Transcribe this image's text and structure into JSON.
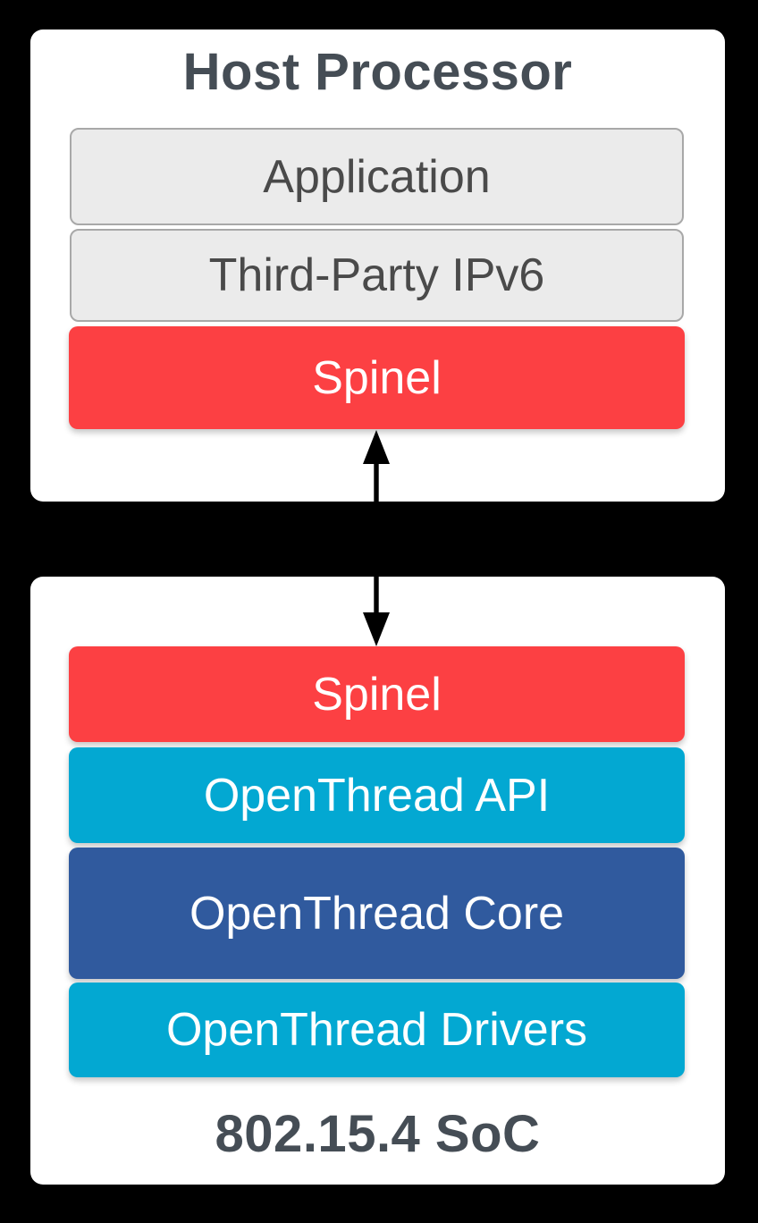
{
  "diagram": {
    "background_color": "#000000",
    "panel_color": "#ffffff",
    "title_color": "#454d55",
    "gray_label_color": "#4a4a4a",
    "white_label_color": "#ffffff",
    "arrow": {
      "name": "bidirectional-arrow",
      "color": "#000000"
    },
    "host": {
      "title": "Host Processor",
      "layers": [
        {
          "label": "Application",
          "bg": "#ebebeb",
          "fg": "#4a4a4a",
          "border": "#a8a8a8"
        },
        {
          "label": "Third-Party IPv6",
          "bg": "#ebebeb",
          "fg": "#4a4a4a",
          "border": "#a8a8a8"
        },
        {
          "label": "Spinel",
          "bg": "#fc4043",
          "fg": "#ffffff"
        }
      ]
    },
    "soc": {
      "title": "802.15.4 SoC",
      "layers": [
        {
          "label": "Spinel",
          "bg": "#fc4043",
          "fg": "#ffffff"
        },
        {
          "label": "OpenThread API",
          "bg": "#03a8d2",
          "fg": "#ffffff"
        },
        {
          "label": "OpenThread Core",
          "bg": "#305a9e",
          "fg": "#ffffff"
        },
        {
          "label": "OpenThread Drivers",
          "bg": "#03a8d2",
          "fg": "#ffffff"
        }
      ]
    }
  }
}
